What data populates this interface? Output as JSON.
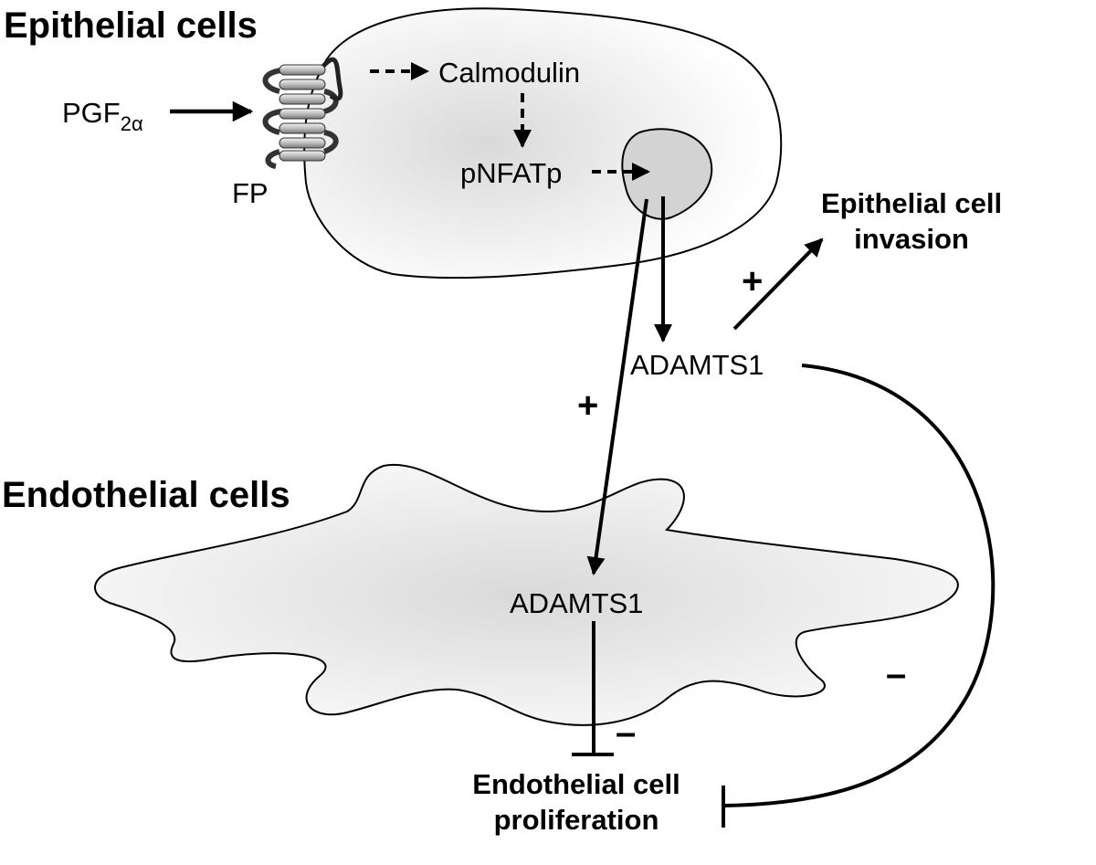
{
  "headings": {
    "epithelial": "Epithelial cells",
    "endothelial": "Endothelial cells"
  },
  "receptor": {
    "ligand_base": "PGF",
    "ligand_subscript": "2α",
    "name": "FP"
  },
  "nodes": {
    "calmodulin": "Calmodulin",
    "pnfatp": "pNFATp",
    "adamts1_epithelial": "ADAMTS1",
    "adamts1_endothelial": "ADAMTS1"
  },
  "outcomes": {
    "invasion_line1": "Epithelial cell",
    "invasion_line2": "invasion",
    "proliferation_line1": "Endothelial cell",
    "proliferation_line2": "proliferation"
  },
  "signs": {
    "plus_invasion": "+",
    "plus_transfer": "+",
    "minus_local": "–",
    "minus_remote": "–"
  },
  "colors": {
    "line": "#000000",
    "cell_fill": "#f2f2f2",
    "cell_center": "#d8d8d8",
    "nucleus": "#d3d3d3",
    "receptor_fill": "#c8c8c8"
  }
}
